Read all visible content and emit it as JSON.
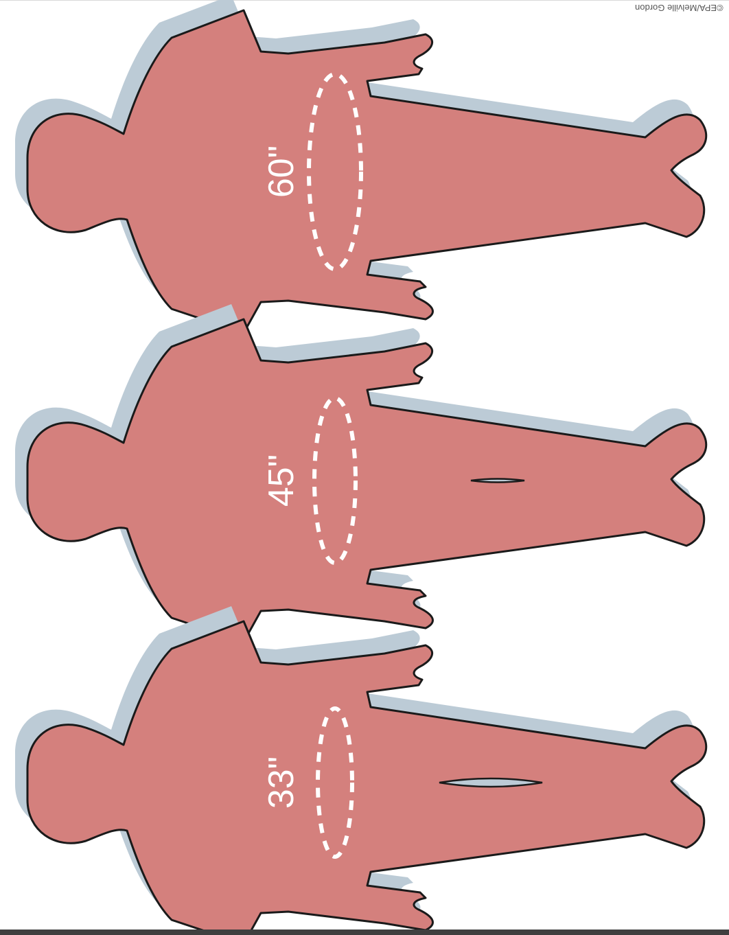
{
  "credit": "©EPA/Melville Gordon",
  "colors": {
    "body_fill": "#d4807d",
    "shadow": "#bccbd6",
    "outline": "#1a1a1a",
    "waist_dash": "#ffffff",
    "bottom_bar": "#3f3f3f"
  },
  "figures": [
    {
      "waist_label": "60\""
    },
    {
      "waist_label": "45\""
    },
    {
      "waist_label": "33\""
    }
  ]
}
